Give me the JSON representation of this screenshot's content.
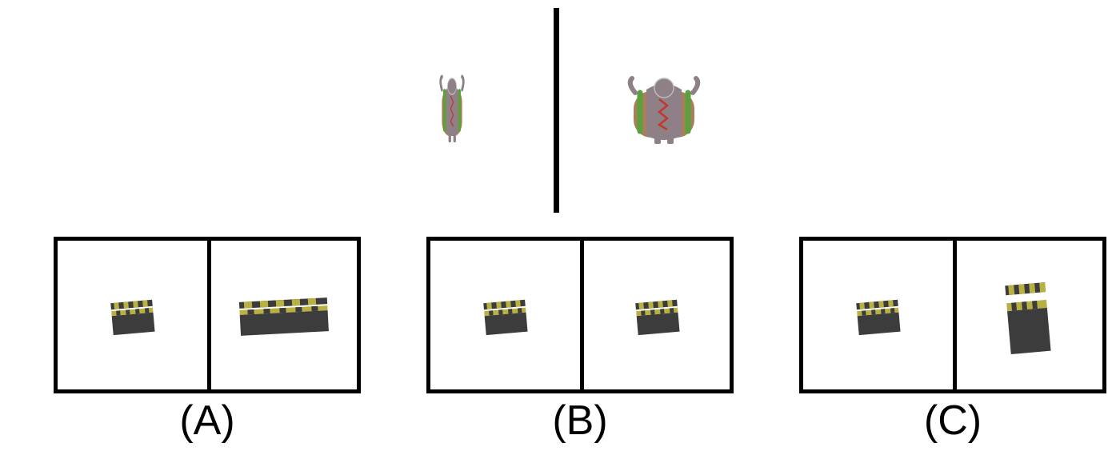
{
  "prompt": {
    "left_figure": "hotdog-costume-character-small-icon",
    "right_figure": "hotdog-costume-character-large-icon"
  },
  "options": [
    {
      "label": "(A)",
      "left_icon": "clapperboard-small-icon",
      "right_icon": "clapperboard-wide-icon"
    },
    {
      "label": "(B)",
      "left_icon": "clapperboard-small-icon",
      "right_icon": "clapperboard-small-icon"
    },
    {
      "label": "(C)",
      "left_icon": "clapperboard-small-icon",
      "right_icon": "clapperboard-tall-icon"
    }
  ],
  "colors": {
    "character_body": "#8f7f86",
    "bun": "#a87f5a",
    "lettuce": "#5aa03c",
    "ketchup": "#c0392b",
    "clapper_board": "#3c3c3c",
    "clapper_stripe": "#b8b040"
  }
}
